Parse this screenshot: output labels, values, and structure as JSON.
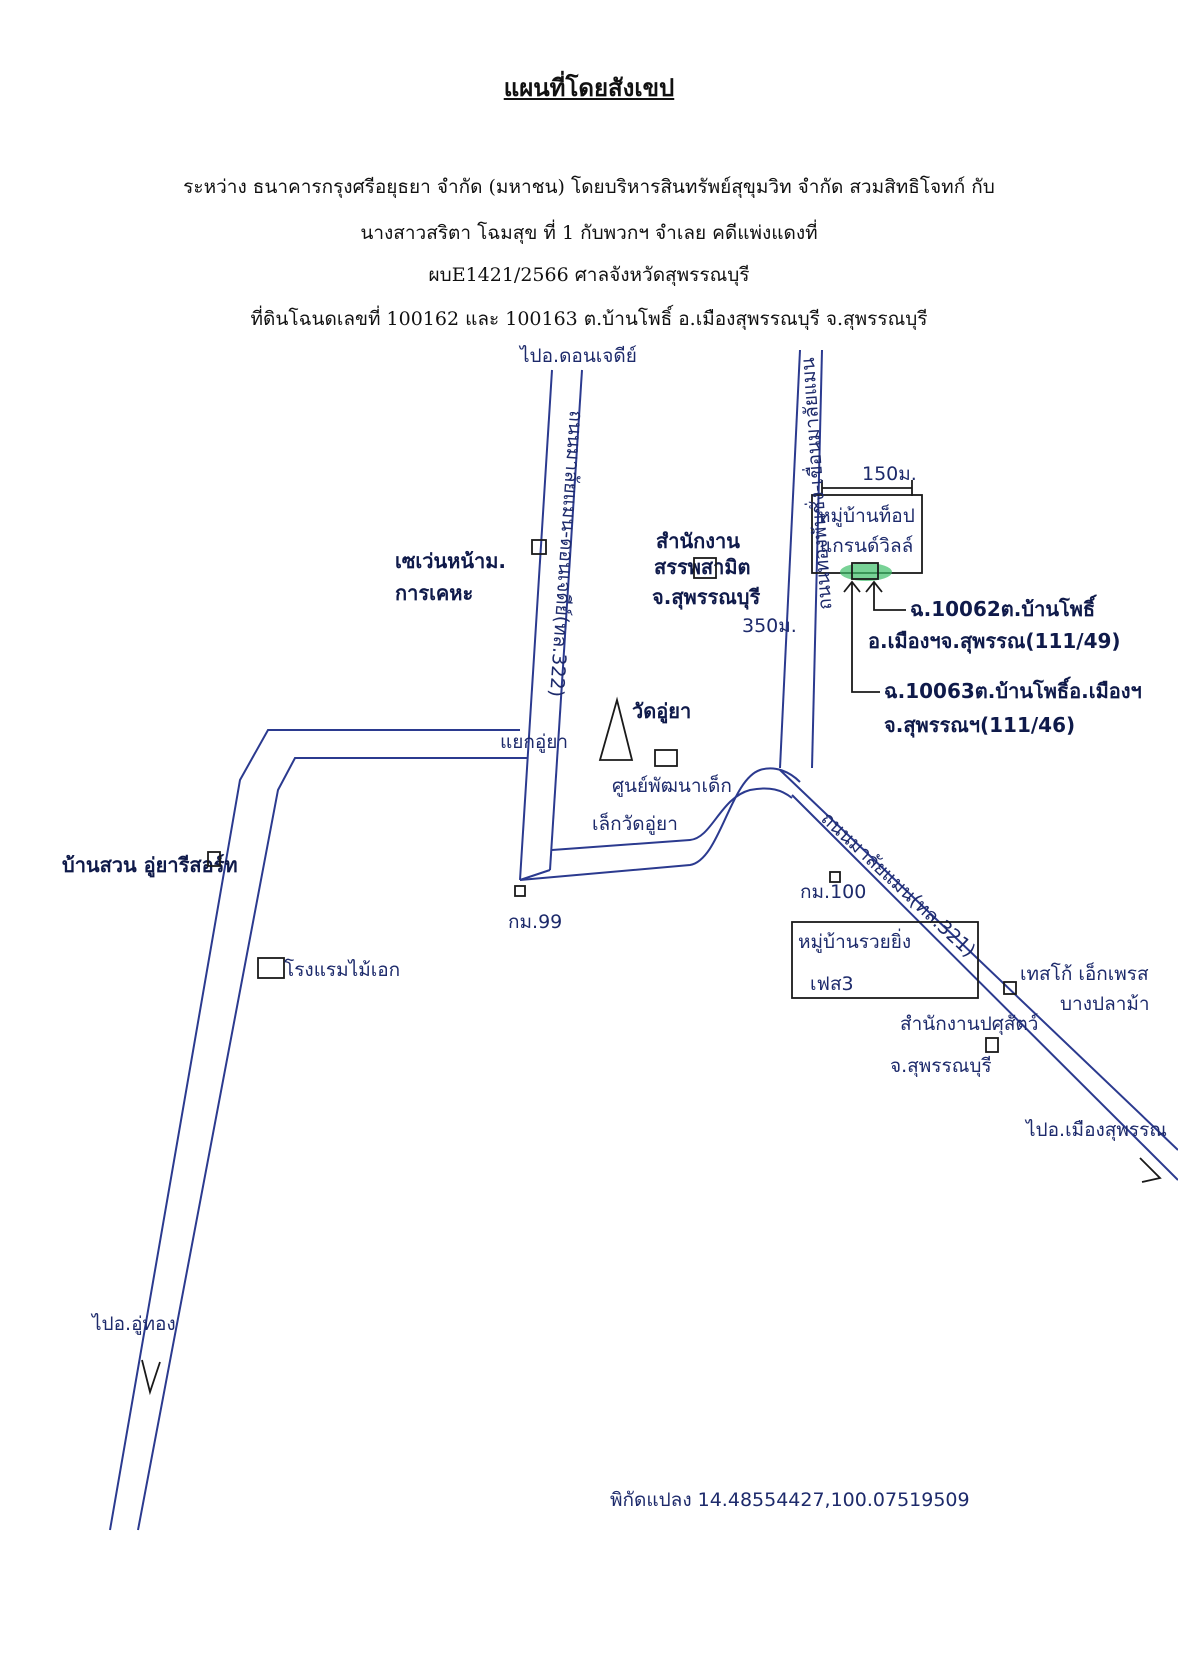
{
  "header": {
    "title": "แผนที่โดยสังเขป",
    "case_line_1": "ระหว่าง ธนาคารกรุงศรีอยุธยา จำกัด (มหาชน) โดยบริหารสินทรัพย์สุขุมวิท จำกัด สวมสิทธิโจทก์ กับ",
    "case_line_2": "นางสาวสริตา โฉมสุข ที่ 1 กับพวกฯ จำเลย คดีแพ่งแดงที่",
    "case_line_3": "ผบE1421/2566 ศาลจังหวัดสุพรรณบุรี",
    "case_line_4": "ที่ดินโฉนดเลขที่ 100162 และ 100163 ต.บ้านโพธิ์ อ.เมืองสุพรรณบุรี จ.สุพรรณบุรี"
  },
  "map": {
    "to_don_chedi": "ไปอ.ดอนเจดีย์",
    "road_322": "ถนนมาลัยแมน-ดอนเจดีย์(ทล.322)",
    "road_east_vertical": "ถนนทองพันชั่ง-เขื่อนมาลัยแมน",
    "road_321": "ถนนมาลัยแมน(ทล.321)",
    "dist_150": "150ม.",
    "dist_350": "350ม.",
    "village_grand_villa_1": "หมู่บ้านท็อป",
    "village_grand_villa_2": "แกรนด์วิลล์",
    "deed_100062_line1": "ฉ.10062ต.บ้านโพธิ์",
    "deed_100062_line2": "อ.เมืองฯจ.สุพรรณ(111/49)",
    "deed_100063_line1": "ฉ.10063ต.บ้านโพธิ์อ.เมืองฯ",
    "deed_100063_line2": "จ.สุพรรณฯ(111/46)",
    "seven_eleven_1": "เซเว่นหน้าม.",
    "seven_eleven_2": "การเคหะ",
    "excise_office_1": "สำนักงาน",
    "excise_office_2": "สรรพสามิต",
    "excise_office_3": "จ.สุพรรณบุรี",
    "wat_u_ya": "วัดอู่ยา",
    "child_center_1": "ศูนย์พัฒนาเด็ก",
    "child_center_2": "เล็กวัดอู่ยา",
    "yaek_u_ya": "แยกอู่ยา",
    "km_99": "กม.99",
    "km_100": "กม.100",
    "ban_suan": "บ้านสวน อู่ยารีสอร์ท",
    "hotel": "โรงแรมไม้เอก",
    "village_ruay_ying_1": "หมู่บ้านรวยยิ่ง",
    "village_ruay_ying_2": "เฟส3",
    "tesco_1": "เทสโก้ เอ็กเพรส",
    "tesco_2": "บางปลาม้า",
    "livestock_1": "สำนักงานปศุสัตว์",
    "livestock_2": "จ.สุพรรณบุรี",
    "to_mueang": "ไปอ.เมืองสุพรรณ",
    "to_u_thong": "ไปอ.อู่ทอง",
    "coordinates": "พิกัดแปลง 14.48554427,100.07519509"
  },
  "colors": {
    "ink": "#1d2a6b",
    "road": "#2b3a8f",
    "highlight": "#3fbf6a"
  }
}
